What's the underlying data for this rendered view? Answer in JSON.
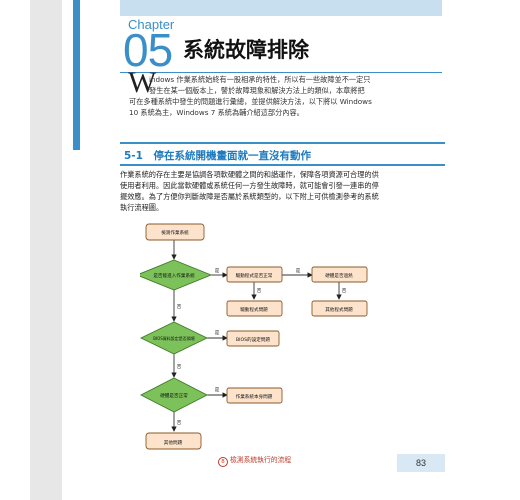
{
  "chapter": {
    "word": "Chapter",
    "number": "05",
    "title": "系統故障排除"
  },
  "intro": {
    "drop_cap": "W",
    "lines": [
      "indows 作業系統始終有一股相承的特性，所以有一些故障並不一定只",
      "發生在某一個版本上，譬於故障現象和解決方法上的類似，本章將把",
      "可在多種系統中發生的問題進行彙總，並提供解決方法，以下將以 Windows",
      "10 系統為主，Windows 7 系統為輔介紹這部分內容。"
    ]
  },
  "section": {
    "title": "5-1　停在系統開機畫面就一直沒有動作",
    "paragraphs": [
      "作業系統的存在主要是協調各項軟硬體之間的和諧運作，保障各項資源可合理的供",
      "使用者利用。因此當軟硬體或系統任何一方發生故障時，就可能會引發一連串的停",
      "擺效應。為了方便你判斷故障是否屬於系統類型的，以下附上可供檢測參考的系統",
      "執行流程圖。"
    ]
  },
  "flowchart": {
    "nodes": {
      "start": "檢測作業系統",
      "q1": "是否能進入作業系統",
      "q2": "驅動程式是否正常",
      "q3": "硬體是否過熱",
      "q4": "BIOS資料設定是否損壞",
      "q5": "硬體是否正常",
      "r2": "驅動程式問題",
      "r3": "其他程式問題",
      "r4": "BIOS的設定問題",
      "r5": "作業系統本身問題",
      "r6": "其他問題"
    },
    "yes": "是",
    "no": "否"
  },
  "caption": {
    "mark": "8",
    "text": "檢測系統執行的流程"
  },
  "page_number": "83"
}
